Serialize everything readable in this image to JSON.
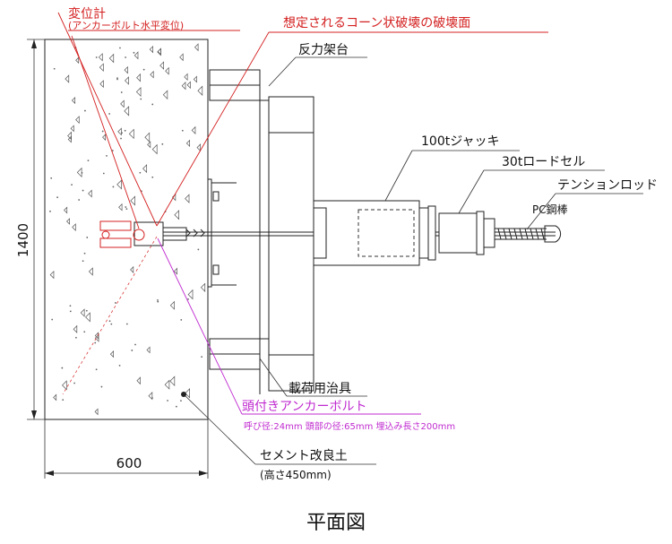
{
  "labels": {
    "displacement_meter": "変位計",
    "displacement_meter_note": "(アンカーボルト水平変位)",
    "cone_failure": "想定されるコーン状破壊の破壊面",
    "reaction_frame": "反力架台",
    "jack": "100tジャッキ",
    "load_cell": "30tロードセル",
    "tension_rod": "テンションロッド",
    "pc_bar": "PC鋼棒",
    "loading_jig": "載荷用治具",
    "headed_anchor": "頭付きアンカーボルト",
    "anchor_spec": "呼び径:24mm 頭部の径:65mm 埋込み長さ200mm",
    "cement_soil": "セメント改良土",
    "cement_soil_height": "(高さ450mm)"
  },
  "dimensions": {
    "height": "1400",
    "width": "600"
  },
  "caption": "平面図",
  "colors": {
    "red_annotation": "#d42020",
    "magenta_annotation": "#c02bd0",
    "line": "#222222"
  }
}
